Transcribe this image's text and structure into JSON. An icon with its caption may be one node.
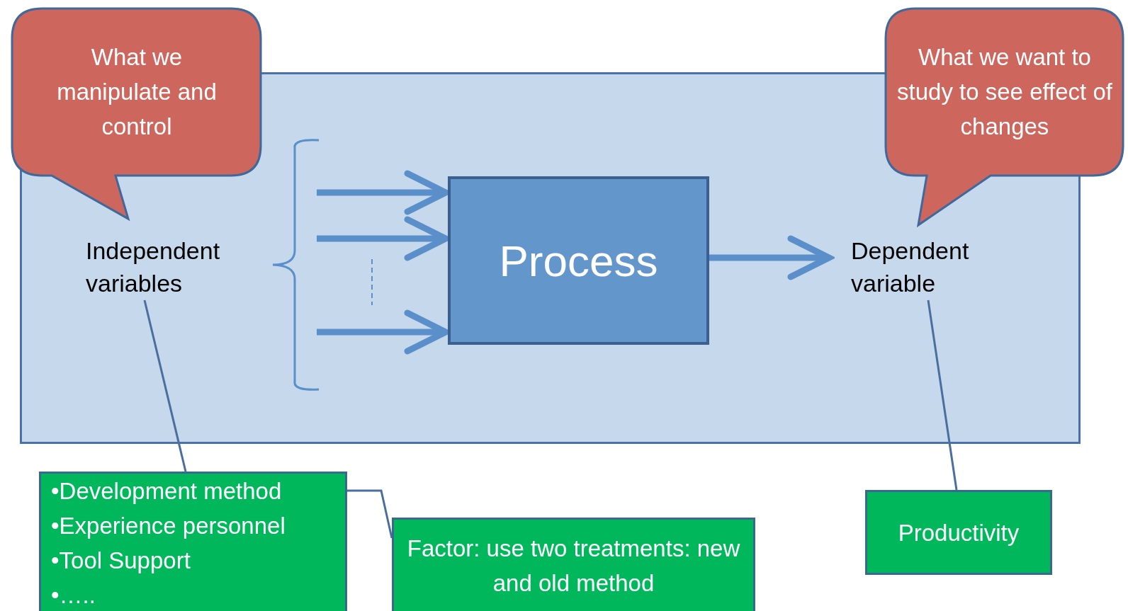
{
  "diagram": {
    "nodes": [
      {
        "text": [],
        "shape": "box"
      },
      {
        "text": [
          "What we manipulate and control"
        ]
      },
      {
        "text": [
          "What we want to study to see effect of changes"
        ]
      },
      {
        "text": [
          "Independent variables"
        ],
        "in": 0
      },
      {
        "text": [],
        "shape": "bracket",
        "in": 0
      },
      {
        "text": [
          "Process"
        ],
        "in": 0
      },
      {
        "text": [
          "Dependent variable"
        ],
        "in": 0
      },
      {
        "text": [
          "•Development method",
          "•Experience personnel",
          "•Tool Support",
          "•….."
        ]
      },
      {
        "text": [
          "Factor: use two treatments: new and old method"
        ]
      },
      {
        "text": [
          "Productivity"
        ]
      }
    ],
    "edges": [
      {
        "from": 4,
        "to": 5,
        "arrow": "to"
      },
      {
        "from": 4,
        "to": 5,
        "arrow": "to"
      },
      {
        "from": 4,
        "to": 5,
        "arrow": "to"
      },
      {
        "from": 5,
        "to": 6,
        "arrow": "to"
      },
      {
        "from": 3,
        "to": 7,
        "arrow": "none"
      },
      {
        "from": 7,
        "to": 8,
        "arrow": "none"
      },
      {
        "from": 6,
        "to": 9,
        "arrow": "none"
      }
    ]
  }
}
